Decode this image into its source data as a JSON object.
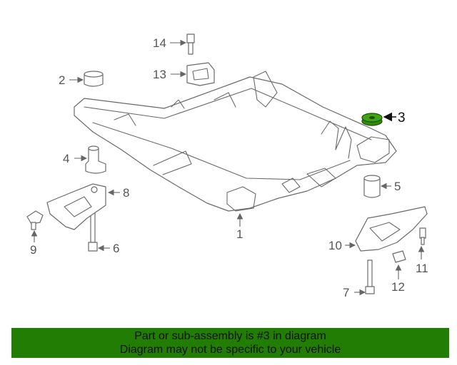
{
  "diagram": {
    "highlight_color": "#2f8a0e",
    "callouts": {
      "c1": "1",
      "c2": "2",
      "c3": "3",
      "c4": "4",
      "c5": "5",
      "c6": "6",
      "c7": "7",
      "c8": "8",
      "c9": "9",
      "c10": "10",
      "c11": "11",
      "c12": "12",
      "c13": "13",
      "c14": "14"
    },
    "highlighted_part": "3"
  },
  "footer": {
    "background": "#217d04",
    "line1": "Part or sub-assembly is #3 in diagram",
    "line2": "Diagram may not be specific to your vehicle"
  }
}
